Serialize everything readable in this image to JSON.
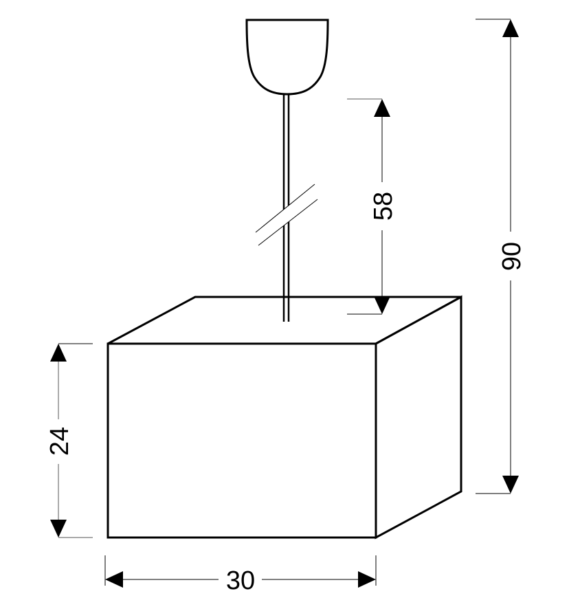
{
  "drawing": {
    "title": "Pendant lamp dimension drawing",
    "subject": "pendant lamp with cubic shade",
    "colors": {
      "line": "#000000",
      "background": "#ffffff"
    }
  },
  "dimensions": {
    "total_height": {
      "label": "90",
      "orientation": "vertical"
    },
    "cord_length": {
      "label": "58",
      "orientation": "vertical"
    },
    "shade_height": {
      "label": "24",
      "orientation": "vertical"
    },
    "shade_width": {
      "label": "30",
      "orientation": "horizontal"
    }
  },
  "parts": {
    "canopy": "ceiling canopy",
    "cord": "suspension cord (shortened / break marks)",
    "shade": "box lampshade"
  }
}
